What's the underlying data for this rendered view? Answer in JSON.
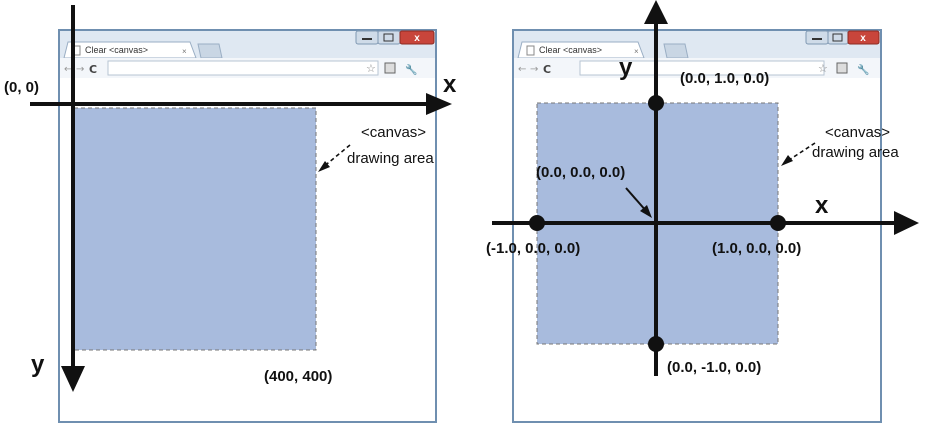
{
  "left": {
    "tab_title": "Clear <canvas>",
    "origin_label": "(0, 0)",
    "corner_label": "(400, 400)",
    "x_axis_label": "x",
    "y_axis_label": "y",
    "canvas_note": [
      "<canvas>",
      "drawing area"
    ]
  },
  "right": {
    "tab_title": "Clear <canvas>",
    "top_label": "(0.0, 1.0, 0.0)",
    "center_label": "(0.0, 0.0, 0.0)",
    "left_label": "(-1.0, 0.0, 0.0)",
    "right_label": "(1.0, 0.0, 0.0)",
    "bottom_label": "(0.0, -1.0, 0.0)",
    "x_axis_label": "x",
    "y_axis_label": "y",
    "canvas_note": [
      "<canvas>",
      "drawing area"
    ]
  },
  "colors": {
    "canvas_fill": "#a8bbdd",
    "window_border": "#6f8fb0",
    "axis": "#111111",
    "close_button": "#c8453b"
  },
  "icons": [
    "page-icon",
    "back-arrow-icon",
    "forward-arrow-icon",
    "reload-icon",
    "star-icon",
    "page-menu-icon",
    "wrench-icon",
    "minimize-icon",
    "maximize-icon",
    "close-icon",
    "tab-close-icon",
    "new-tab-icon"
  ]
}
